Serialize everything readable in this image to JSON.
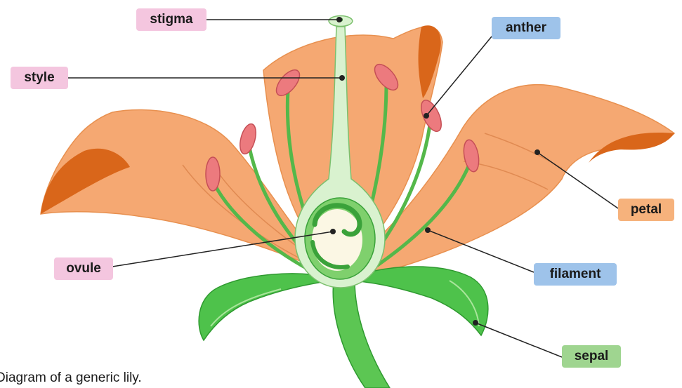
{
  "labels": {
    "stigma": "stigma",
    "style": "style",
    "anther": "anther",
    "petal": "petal",
    "ovule": "ovule",
    "filament": "filament",
    "sepal": "sepal"
  },
  "caption": "Diagram of a generic lily.",
  "colors": {
    "petal_fill": "#f5a872",
    "petal_tip": "#d9661a",
    "sepal_fill": "#4ec24b",
    "stem": "#5cc653",
    "pistil": "#d9f2cf",
    "filament": "#54b84a",
    "anther": "#ec7a7e",
    "ovule": "#fbf7e4"
  }
}
